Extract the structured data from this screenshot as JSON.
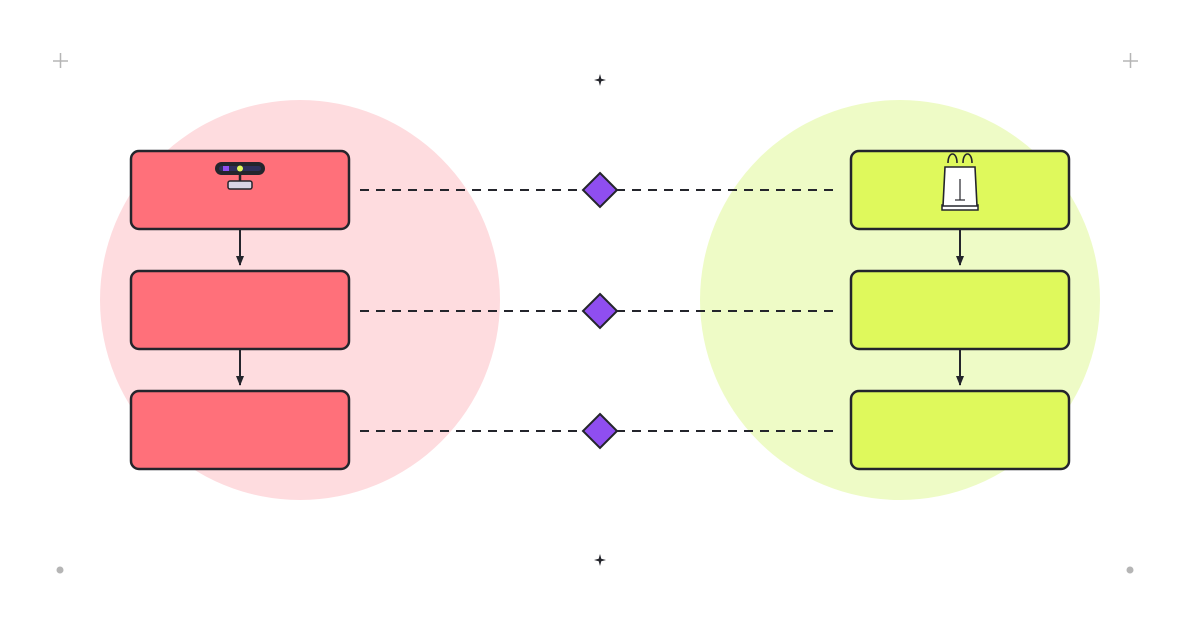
{
  "colors": {
    "background": "#ffffff",
    "left_circle": "#fedcdf",
    "right_circle": "#eefbc6",
    "left_box_fill": "#ff707a",
    "right_box_fill": "#dff95c",
    "box_stroke": "#24252c",
    "diamond_fill": "#8f4ef0",
    "connector": "#24252c",
    "corner_marks": "#b5b5b5",
    "sparkle": "#24252c"
  },
  "diagram": {
    "left_column": {
      "boxes": [
        {
          "icon": "webcam-icon",
          "label": ""
        },
        {
          "icon": "",
          "label": ""
        },
        {
          "icon": "",
          "label": ""
        }
      ]
    },
    "right_column": {
      "boxes": [
        {
          "icon": "shopping-bag-icon",
          "label": ""
        },
        {
          "icon": "",
          "label": ""
        },
        {
          "icon": "",
          "label": ""
        }
      ]
    },
    "links": [
      {
        "marker": "diamond"
      },
      {
        "marker": "diamond"
      },
      {
        "marker": "diamond"
      }
    ]
  }
}
